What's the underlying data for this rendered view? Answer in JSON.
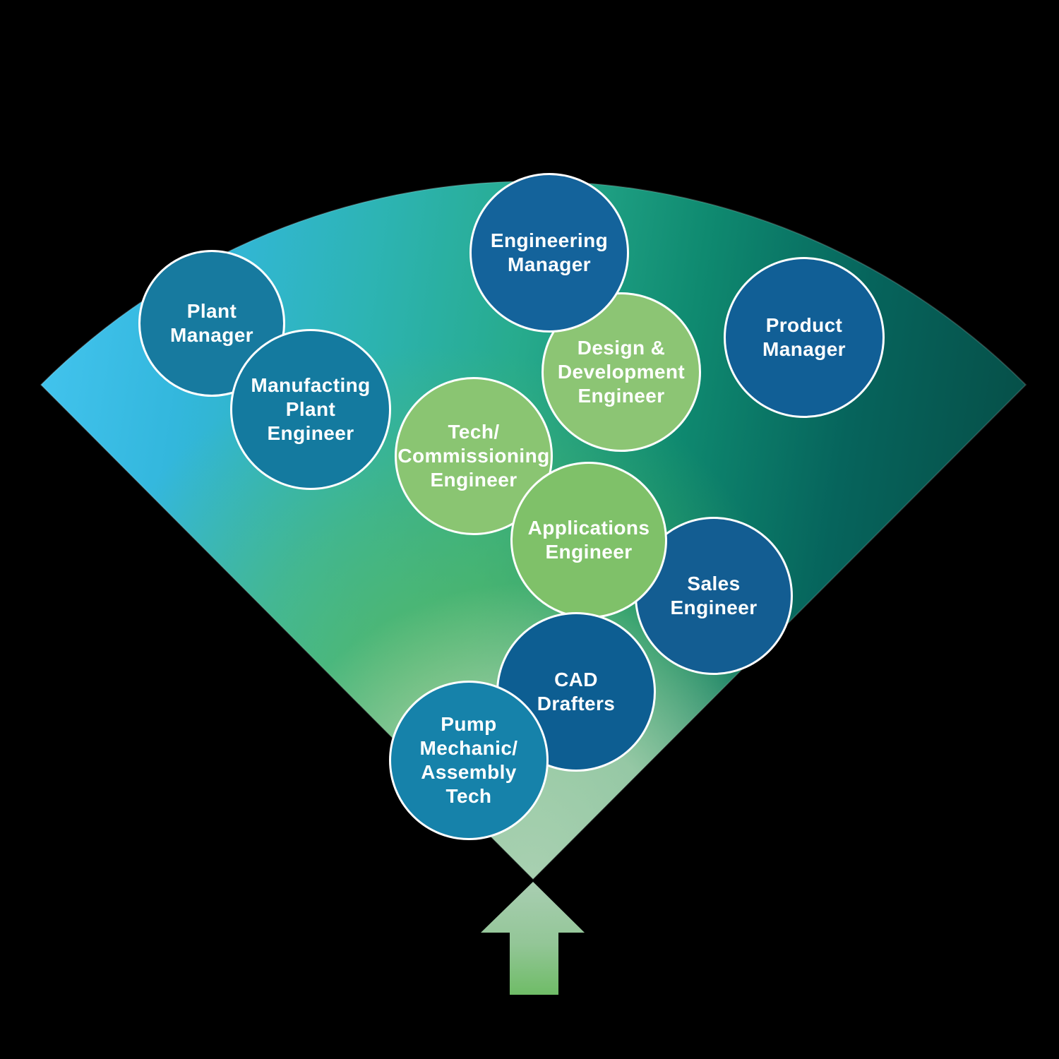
{
  "diagram": {
    "kind": "career-path-fan-diagram",
    "colors": {
      "canvas": "#000000",
      "circle_stroke": "#ffffff",
      "text": "#ffffff",
      "fan_c0": "#43c4ee",
      "fan_c1": "#33b7dd",
      "fan_c2": "#2db4b4",
      "fan_c3": "#27ab8d",
      "fan_c4": "#0f8a70",
      "fan_c5": "#06645c",
      "fan_c6": "#064f48",
      "fan_green_glow": "#5dba5f",
      "fan_sage": "#aed2b4",
      "arrow_top": "#a9ceb2",
      "arrow_mid": "#93c697",
      "arrow_bottom": "#6fbc67"
    },
    "arrow": {
      "direction": "up"
    },
    "roles": [
      {
        "id": "plant-manager",
        "label": "Plant\nManager",
        "fill": "#177a9f"
      },
      {
        "id": "manufacting-plant-engineer",
        "label": "Manufacting\nPlant\nEngineer",
        "fill": "#147a9f"
      },
      {
        "id": "design-development-engineer",
        "label": "Design &\nDevelopment\nEngineer",
        "fill": "#8cc574"
      },
      {
        "id": "engineering-manager",
        "label": "Engineering\nManager",
        "fill": "#14639b"
      },
      {
        "id": "product-manager",
        "label": "Product\nManager",
        "fill": "#115f96"
      },
      {
        "id": "tech-commissioning-engineer",
        "label": "Tech/\nCommissioning\nEngineer",
        "fill": "#8ac572"
      },
      {
        "id": "sales-engineer",
        "label": "Sales\nEngineer",
        "fill": "#135d92"
      },
      {
        "id": "applications-engineer",
        "label": "Applications\nEngineer",
        "fill": "#7fc169"
      },
      {
        "id": "cad-drafters",
        "label": "CAD\nDrafters",
        "fill": "#0d5e92"
      },
      {
        "id": "pump-mechanic-assembly-tech",
        "label": "Pump\nMechanic/\nAssembly\nTech",
        "fill": "#1682aa"
      }
    ]
  }
}
